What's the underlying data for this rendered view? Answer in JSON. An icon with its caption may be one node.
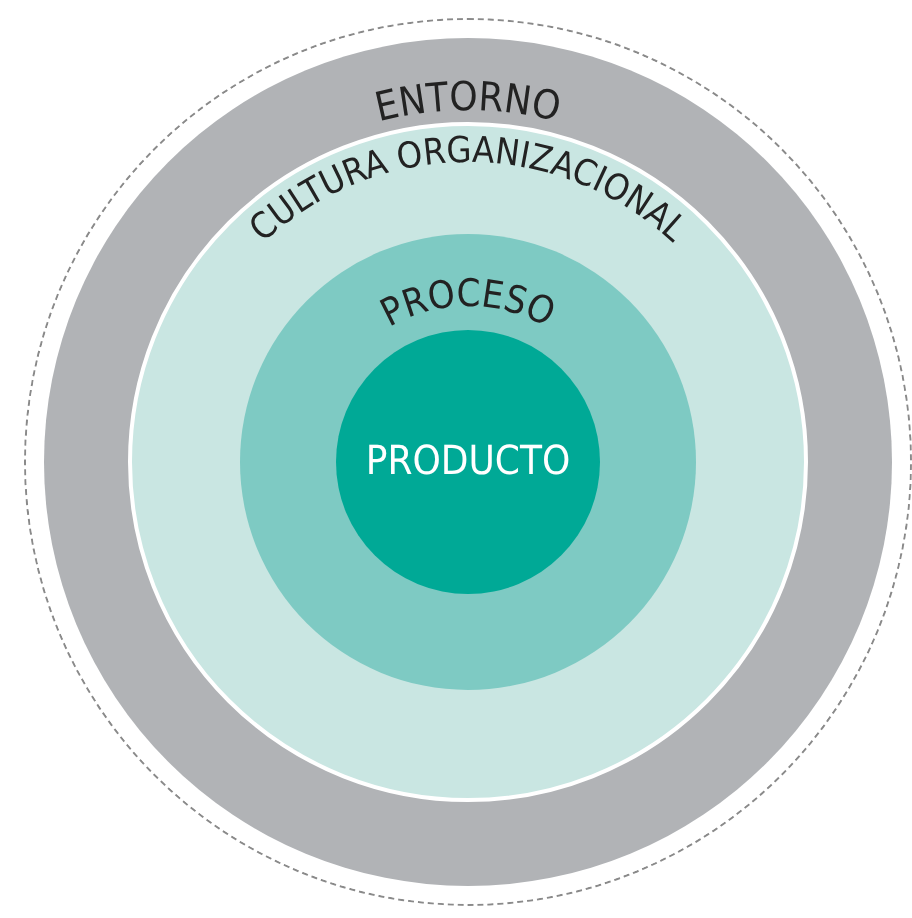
{
  "diagram": {
    "nodes": [
      {
        "text": [],
        "shape": "circle"
      },
      {
        "text": [
          "ENTORNO"
        ],
        "in": 0
      },
      {
        "text": [
          "CULTURA ORGANIZACIONAL"
        ],
        "in": 1
      },
      {
        "text": [
          "PROCESO"
        ],
        "in": 2
      },
      {
        "text": [
          "PRODUCTO"
        ],
        "in": 3
      }
    ]
  }
}
